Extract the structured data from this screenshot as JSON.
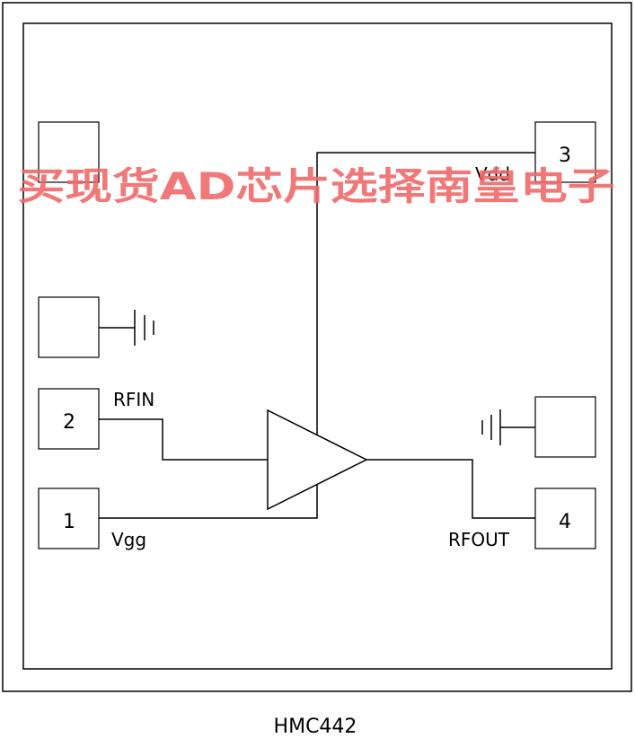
{
  "part_number": "HMC442",
  "pins": {
    "pin1": {
      "number": "1",
      "label": "Vgg"
    },
    "pin2": {
      "number": "2",
      "label": "RFIN"
    },
    "pin3": {
      "number": "3",
      "label": "Vdd"
    },
    "pin4": {
      "number": "4",
      "label": "RFOUT"
    }
  },
  "watermark": "买现货AD芯片选择南皇电子",
  "colors": {
    "line": "#000000",
    "background": "#ffffff",
    "watermark": "#f06a6a"
  }
}
